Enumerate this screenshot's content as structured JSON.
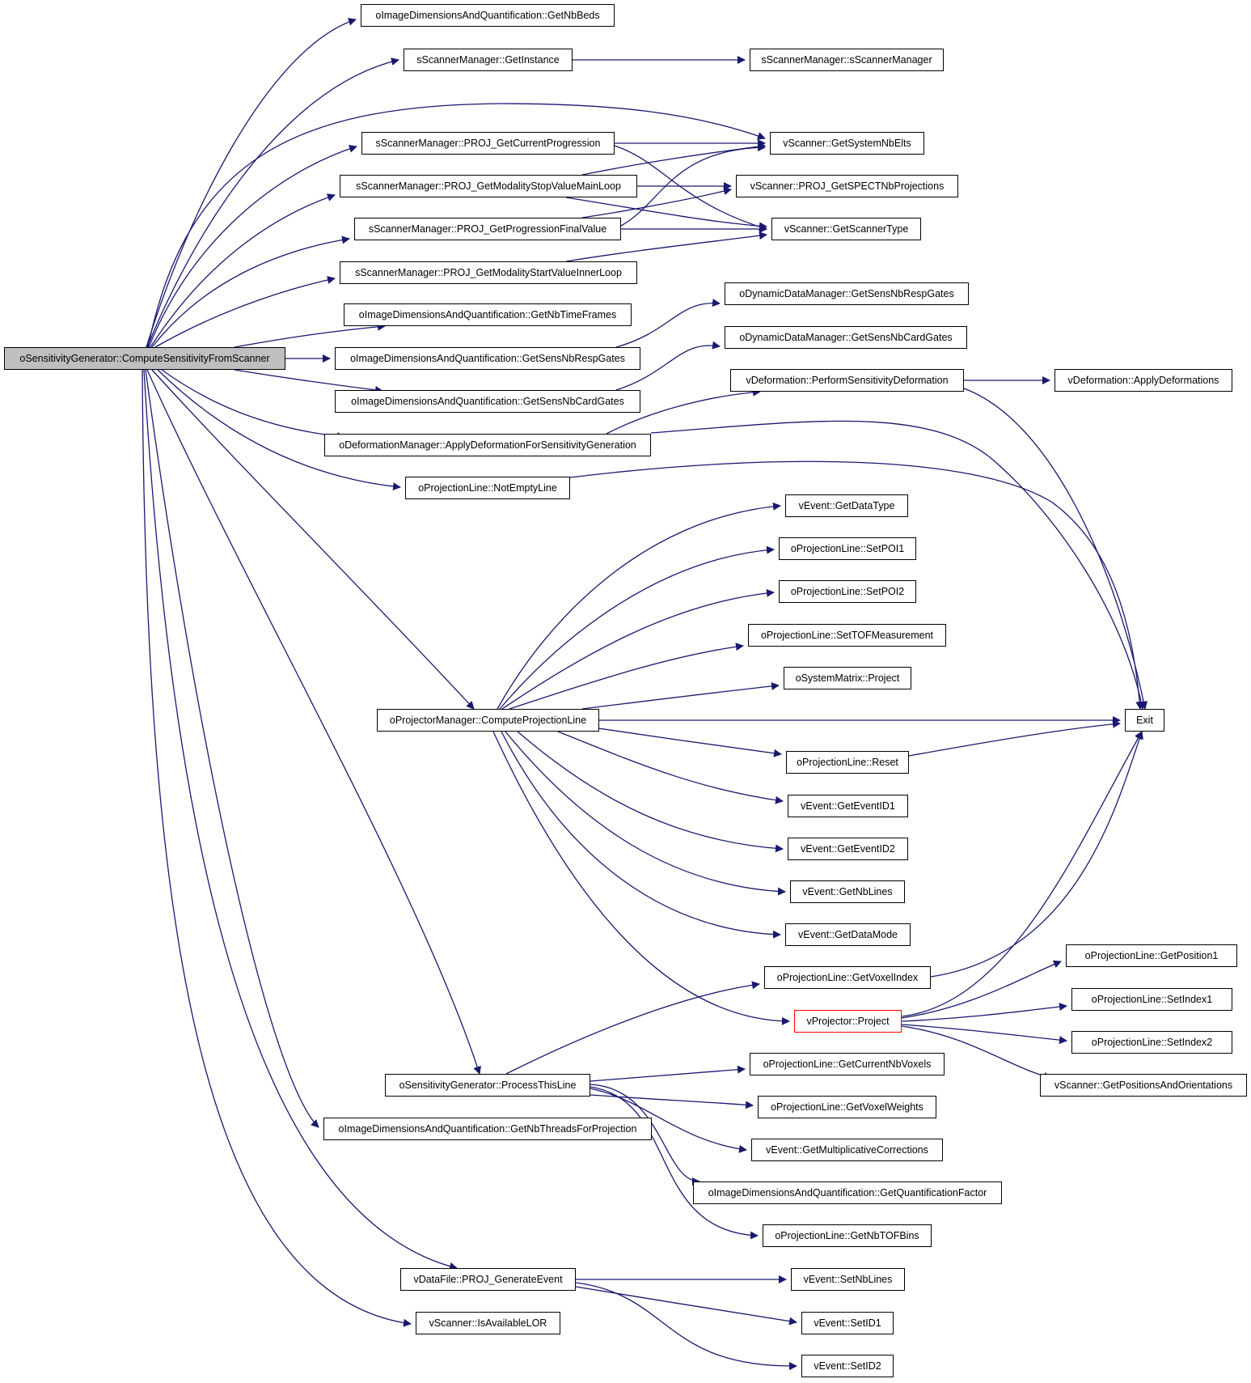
{
  "colors": {
    "edge": "#191970",
    "border": "#000000",
    "root_fill": "#bfbfbf",
    "highlight_border": "#ff0000"
  },
  "nodes": {
    "root": "oSensitivityGenerator::ComputeSensitivityFromScanner",
    "get_nb_beds": "oImageDimensionsAndQuantification::GetNbBeds",
    "get_instance": "sScannerManager::GetInstance",
    "sscanner_manager": "sScannerManager::sScannerManager",
    "get_current_progression": "sScannerManager::PROJ_GetCurrentProgression",
    "get_system_nb_elts": "vScanner::GetSystemNbElts",
    "get_modality_stop": "sScannerManager::PROJ_GetModalityStopValueMainLoop",
    "get_spect_nb_proj": "vScanner::PROJ_GetSPECTNbProjections",
    "get_progression_final": "sScannerManager::PROJ_GetProgressionFinalValue",
    "get_scanner_type": "vScanner::GetScannerType",
    "get_modality_start": "sScannerManager::PROJ_GetModalityStartValueInnerLoop",
    "get_nb_time_frames": "oImageDimensionsAndQuantification::GetNbTimeFrames",
    "dyn_sens_resp": "oDynamicDataManager::GetSensNbRespGates",
    "img_sens_resp": "oImageDimensionsAndQuantification::GetSensNbRespGates",
    "dyn_sens_card": "oDynamicDataManager::GetSensNbCardGates",
    "img_sens_card": "oImageDimensionsAndQuantification::GetSensNbCardGates",
    "perform_sens_deform": "vDeformation::PerformSensitivityDeformation",
    "apply_deformations": "vDeformation::ApplyDeformations",
    "apply_deform_sens": "oDeformationManager::ApplyDeformationForSensitivityGeneration",
    "not_empty_line": "oProjectionLine::NotEmptyLine",
    "get_data_type": "vEvent::GetDataType",
    "set_poi1": "oProjectionLine::SetPOI1",
    "set_poi2": "oProjectionLine::SetPOI2",
    "set_tof": "oProjectionLine::SetTOFMeasurement",
    "system_matrix_project": "oSystemMatrix::Project",
    "compute_proj_line": "oProjectorManager::ComputeProjectionLine",
    "exit": "Exit",
    "reset": "oProjectionLine::Reset",
    "get_event_id1": "vEvent::GetEventID1",
    "get_event_id2": "vEvent::GetEventID2",
    "get_nb_lines": "vEvent::GetNbLines",
    "get_data_mode": "vEvent::GetDataMode",
    "get_position1": "oProjectionLine::GetPosition1",
    "get_voxel_index": "oProjectionLine::GetVoxelIndex",
    "set_index1": "oProjectionLine::SetIndex1",
    "vprojector_project": "vProjector::Project",
    "set_index2": "oProjectionLine::SetIndex2",
    "get_pos_orient": "vScanner::GetPositionsAndOrientations",
    "get_current_nb_voxels": "oProjectionLine::GetCurrentNbVoxels",
    "process_this_line": "oSensitivityGenerator::ProcessThisLine",
    "get_voxel_weights": "oProjectionLine::GetVoxelWeights",
    "get_nb_threads": "oImageDimensionsAndQuantification::GetNbThreadsForProjection",
    "get_mult_corr": "vEvent::GetMultiplicativeCorrections",
    "get_quant_factor": "oImageDimensionsAndQuantification::GetQuantificationFactor",
    "get_nb_tof_bins": "oProjectionLine::GetNbTOFBins",
    "generate_event": "vDataFile::PROJ_GenerateEvent",
    "set_nb_lines": "vEvent::SetNbLines",
    "is_available_lor": "vScanner::IsAvailableLOR",
    "set_id1": "vEvent::SetID1",
    "set_id2": "vEvent::SetID2"
  }
}
